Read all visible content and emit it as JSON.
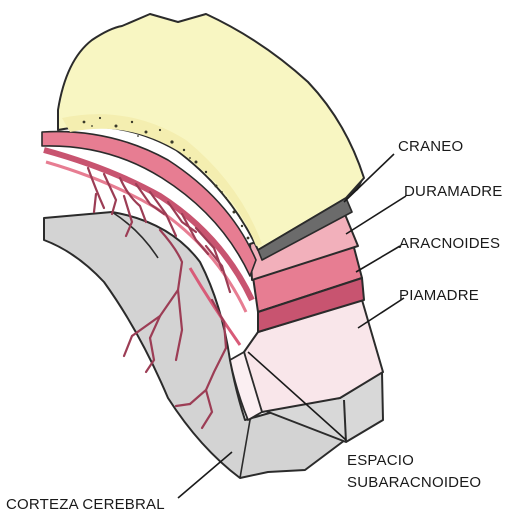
{
  "labels": {
    "craneo": "CRANEO",
    "duramadre": "DURAMADRE",
    "aracnoides": "ARACNOIDES",
    "piamadre": "PIAMADRE",
    "espacio_line1": "ESPACIO",
    "espacio_line2": "SUBARACNOIDEO",
    "corteza": "CORTEZA CEREBRAL"
  },
  "colors": {
    "skull": "#f8f6c2",
    "skull_dots": "#3a3a2a",
    "dura": "#f2b0bb",
    "arachnoid": "#e77d92",
    "arachnoid_dark": "#c85470",
    "pia": "#f9e6ea",
    "pia_line": "#d85b78",
    "cortex": "#d3d3d3",
    "vessels": "#9c3d55",
    "outline": "#2b2b2b"
  }
}
